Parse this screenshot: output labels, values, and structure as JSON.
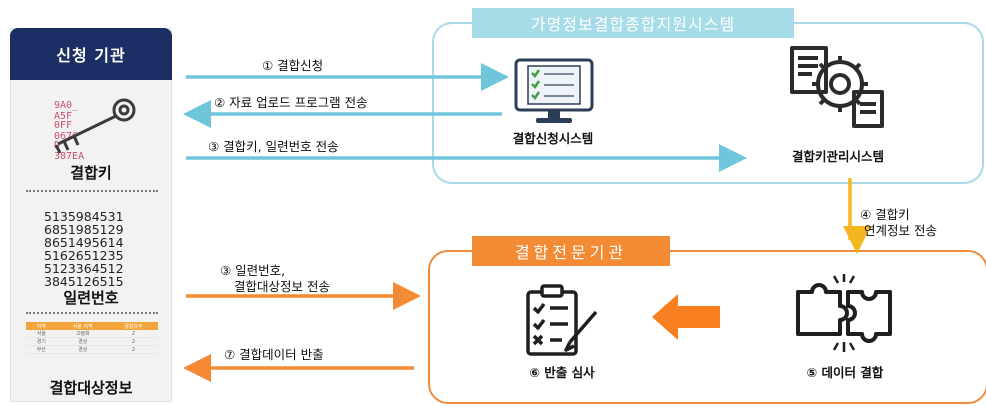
{
  "left": {
    "header": "신청 기관",
    "key_lines": [
      "9A0_ A5F",
      "0FF  067C",
      "D      387EA"
    ],
    "key_title": "결합키",
    "serials": [
      "5135984531",
      "6851985129",
      "8651495614",
      "5162651235",
      "5123364512",
      "3845126515"
    ],
    "serial_title": "일련번호",
    "table_headers": [
      "지역",
      "서울 지역",
      "결합유무"
    ],
    "table_rows": [
      [
        "서울",
        "고령화",
        "2"
      ],
      [
        "경기",
        "경상",
        "2"
      ],
      [
        "부산",
        "경상",
        "2"
      ]
    ],
    "target_title": "결합대상정보"
  },
  "system": {
    "title": "가명정보결합종합지원시스템",
    "apply_system": "결합신청시스템",
    "key_system": "결합키관리시스템"
  },
  "expert": {
    "title": "결합전문기관",
    "review": "⑥ 반출 심사",
    "combine": "⑤ 데이터 결합"
  },
  "steps": {
    "s1": "① 결합신청",
    "s2": "② 자료 업로드 프로그램 전송",
    "s3": "③ 결합키, 일련번호 전송",
    "s3b_line1": "③ 일련번호,",
    "s3b_line2": "결합대상정보 전송",
    "s4_line1": "④ 결합키",
    "s4_line2": "연계정보 전송",
    "s7": "⑦ 결합데이터 반출"
  },
  "colors": {
    "navy": "#1b2f64",
    "sky": "#a6dbe8",
    "teal_arrow": "#6fc6da",
    "orange": "#f38a34"
  }
}
